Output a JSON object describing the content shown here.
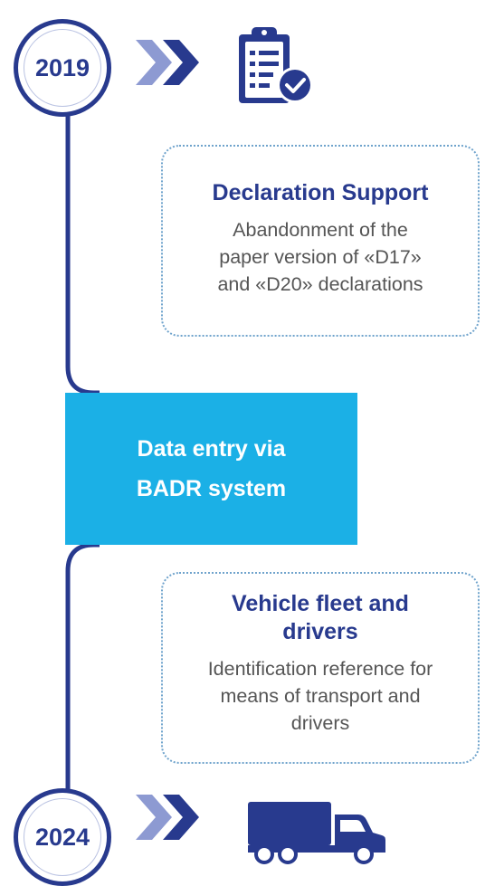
{
  "timeline": {
    "start_year": "2019",
    "end_year": "2024"
  },
  "center_box": {
    "line1": "Data entry via",
    "line2": "BADR system"
  },
  "cards": [
    {
      "title": "Declaration Support",
      "body_lines": [
        "Abandonment of the",
        "paper version of «D17»",
        "and «D20» declarations"
      ]
    },
    {
      "title_lines": [
        "Vehicle fleet and",
        "drivers"
      ],
      "body_lines": [
        "Identification reference for",
        "means of transport and",
        "drivers"
      ]
    }
  ],
  "icons": {
    "top": "clipboard-check-icon",
    "bottom": "truck-icon",
    "arrows": "double-chevron-right-icon"
  },
  "colors": {
    "navy": "#283a8e",
    "cyan": "#1bb0e6",
    "light_chevron": "#8d9ad2",
    "dotted_border": "#6fa3cc",
    "body_text": "#555555"
  }
}
